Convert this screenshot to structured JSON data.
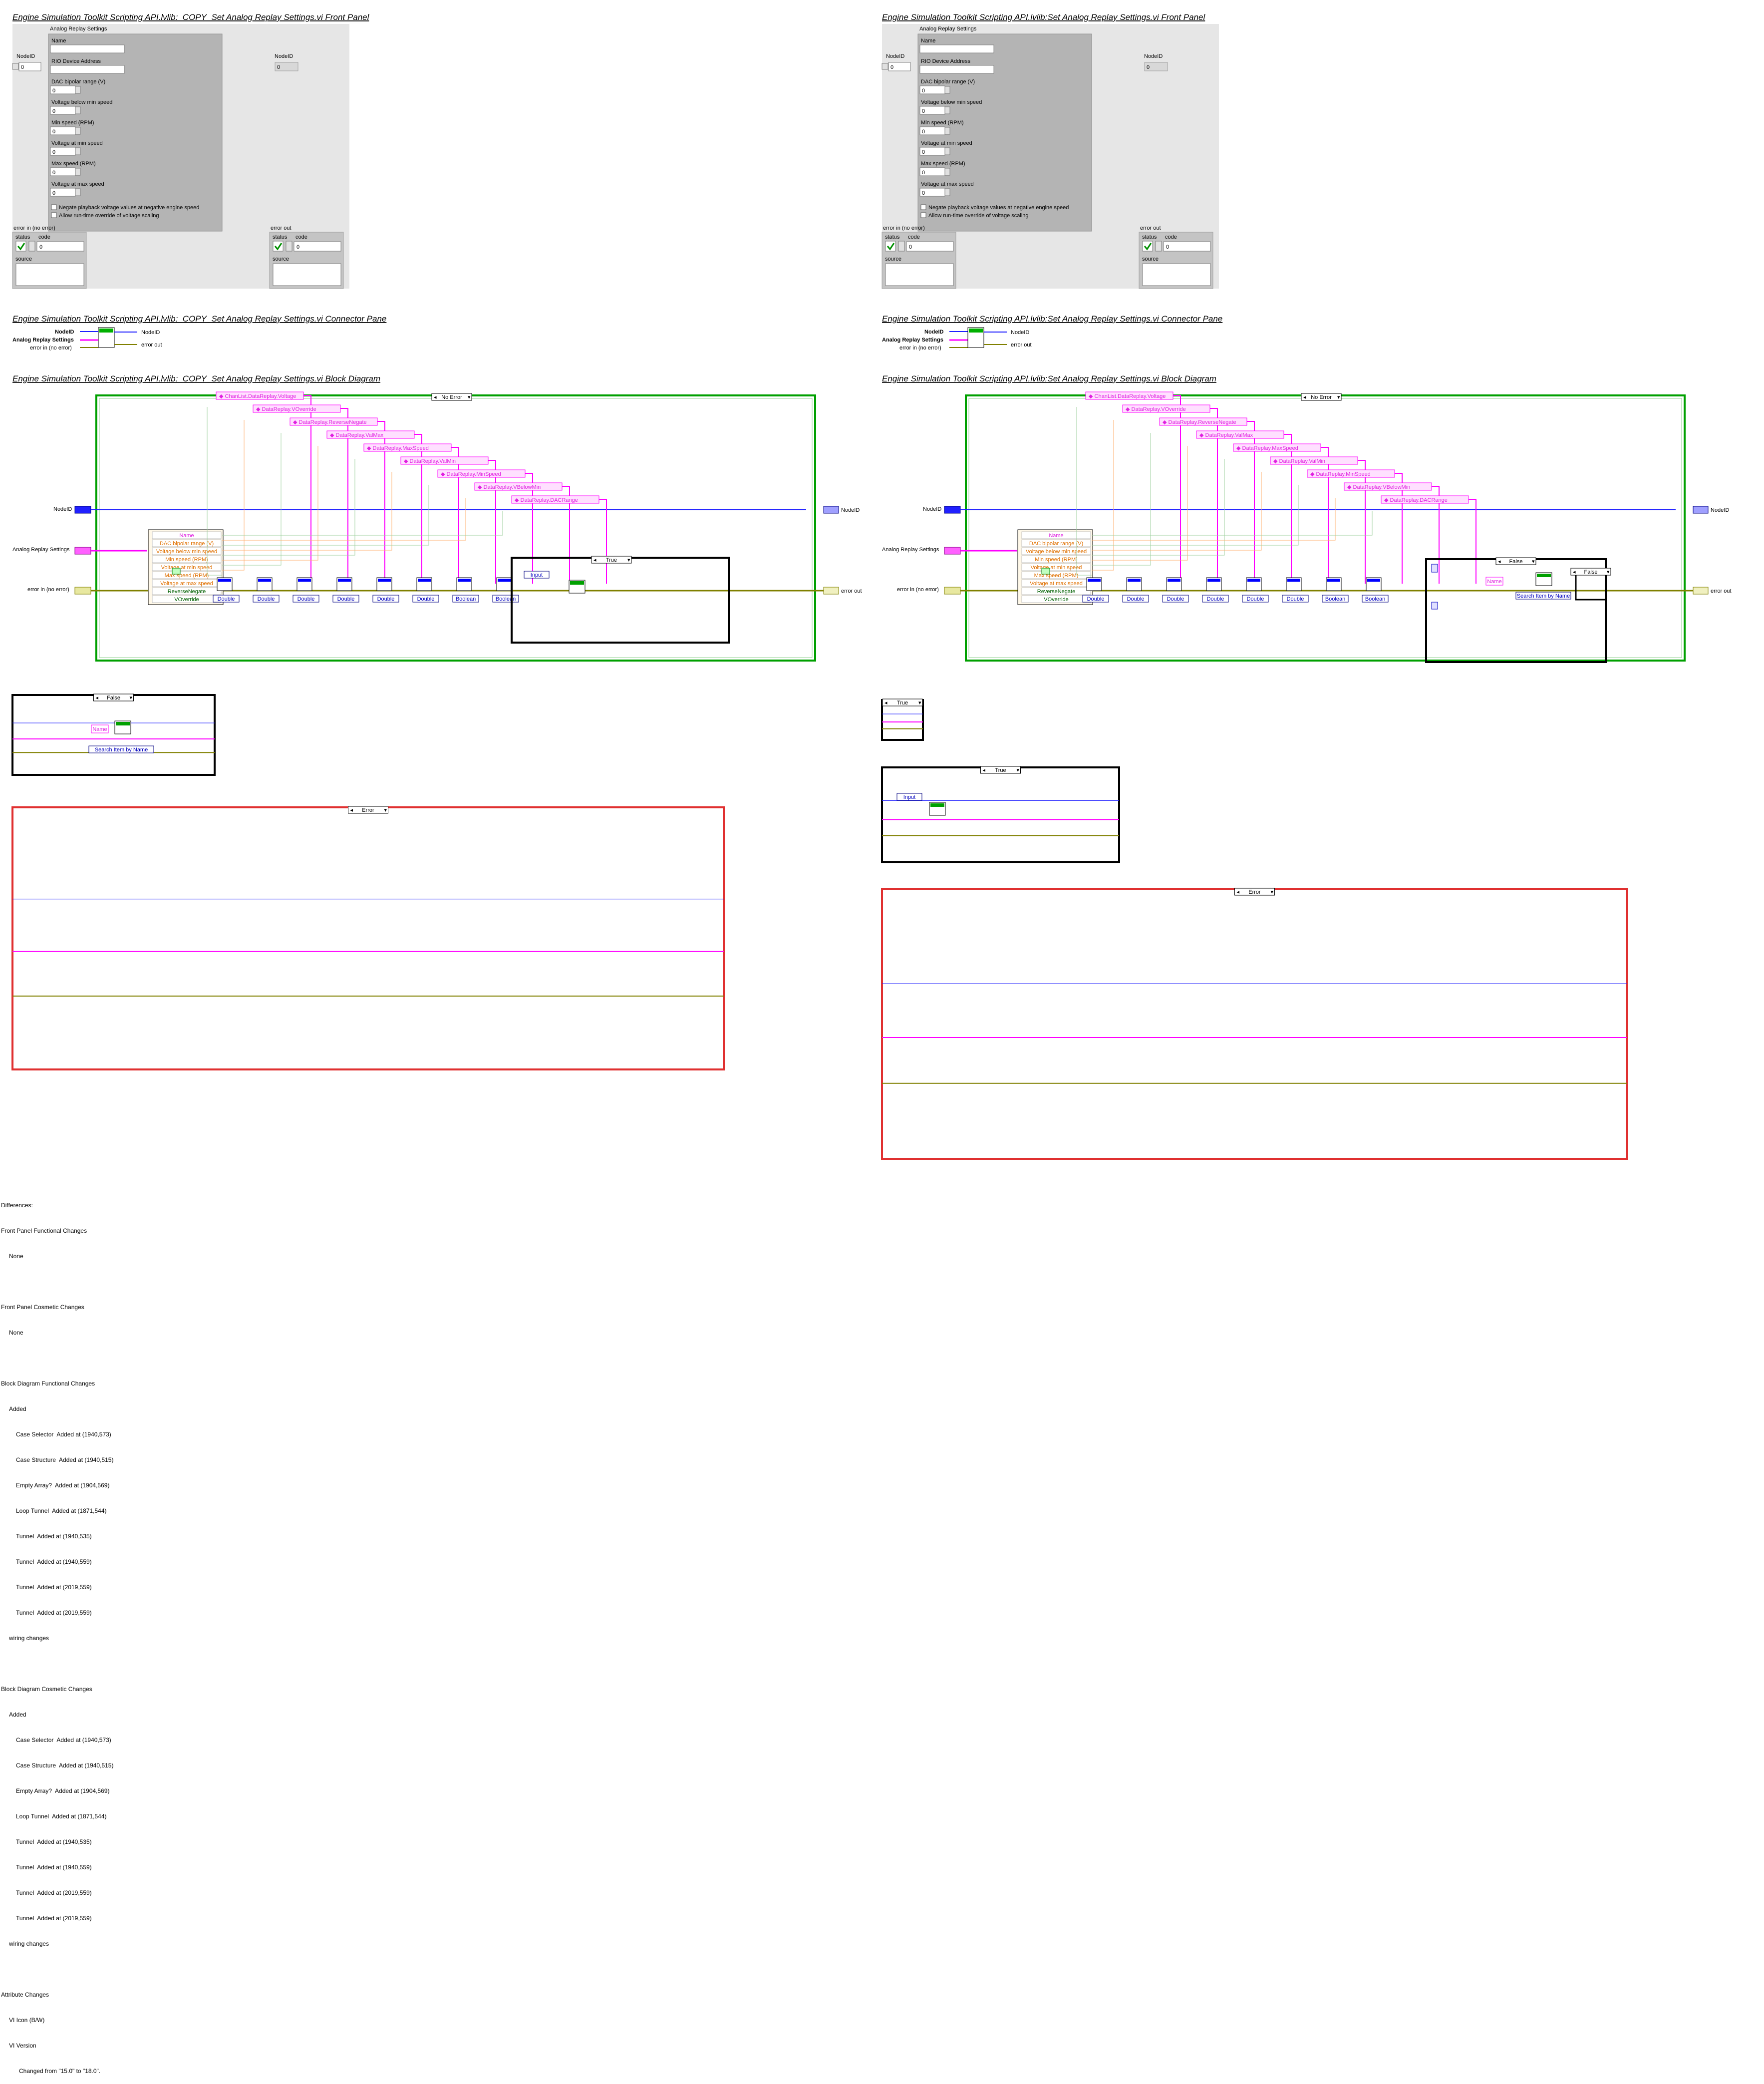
{
  "left": {
    "front_panel_title": "Engine Simulation Toolkit Scripting API.lvlib:_COPY_Set Analog Replay Settings.vi Front Panel",
    "connector_pane_title": "Engine Simulation Toolkit Scripting API.lvlib:_COPY_Set Analog Replay Settings.vi Connector Pane",
    "block_diagram_title": "Engine Simulation Toolkit Scripting API.lvlib:_COPY_Set Analog Replay Settings.vi Block Diagram"
  },
  "right": {
    "front_panel_title": "Engine Simulation Toolkit Scripting API.lvlib:Set Analog Replay Settings.vi Front Panel",
    "connector_pane_title": "Engine Simulation Toolkit Scripting API.lvlib:Set Analog Replay Settings.vi Connector Pane",
    "block_diagram_title": "Engine Simulation Toolkit Scripting API.lvlib:Set Analog Replay Settings.vi Block Diagram"
  },
  "front_panel": {
    "cluster_label": "Analog Replay Settings",
    "fields": [
      {
        "label": "Name",
        "value": ""
      },
      {
        "label": "RIO Device Address",
        "value": ""
      },
      {
        "label": "DAC bipolar range (V)",
        "value": "0"
      },
      {
        "label": "Voltage below min speed",
        "value": "0"
      },
      {
        "label": "Min speed (RPM)",
        "value": "0"
      },
      {
        "label": "Voltage at min speed",
        "value": "0"
      },
      {
        "label": "Max speed (RPM)",
        "value": "0"
      },
      {
        "label": "Voltage at max speed",
        "value": "0"
      }
    ],
    "checkboxes": [
      "Negate playback voltage values at negative engine speed",
      "Allow run-time override of voltage scaling"
    ],
    "nodeid_in_label": "NodeID",
    "nodeid_in_value": "0",
    "nodeid_out_label": "NodeID",
    "nodeid_out_value": "0",
    "error_in_label": "error in (no error)",
    "error_out_label": "error out",
    "status_label": "status",
    "code_label": "code",
    "code_value": "0",
    "source_label": "source"
  },
  "connector_pane": {
    "nodeid": "NodeID",
    "settings": "Analog Replay Settings",
    "error_in": "error in (no error)",
    "nodeid_out": "NodeID",
    "error_out": "error out"
  },
  "block_diagram": {
    "case_no_error": "No Error",
    "case_true": "True",
    "case_false": "False",
    "case_error": "Error",
    "nodeid_terminal": "NodeID",
    "settings_terminal": "Analog Replay Settings",
    "error_in_terminal": "error in (no error)",
    "nodeid_out_terminal": "NodeID",
    "error_out_terminal": "error out",
    "properties": [
      "ChanList.DataReplay.Voltage",
      "DataReplay.VOverride",
      "DataReplay.ReverseNegate",
      "DataReplay.ValMax",
      "DataReplay.MaxSpeed",
      "DataReplay.ValMin",
      "DataReplay.MinSpeed",
      "DataReplay.VBelowMin",
      "DataReplay.DACRange"
    ],
    "unbundle_items": [
      "Name",
      "DAC bipolar range (V)",
      "Voltage below min speed",
      "Min speed (RPM)",
      "Voltage at min speed",
      "Max speed (RPM)",
      "Voltage at max speed",
      "ReverseNegate",
      "VOverride"
    ],
    "types": [
      "Double",
      "Double",
      "Double",
      "Double",
      "Double",
      "Double",
      "Boolean",
      "Boolean"
    ],
    "input_label": "Input",
    "name_constant": "Name",
    "search_label": "Search Item by Name"
  },
  "differences": {
    "heading": "Differences:",
    "fp_functional": "Front Panel Functional Changes",
    "none1": "None",
    "fp_cosmetic": "Front Panel Cosmetic Changes",
    "none2": "None",
    "bd_functional": "Block Diagram Functional Changes",
    "added1": "Added",
    "bd_functional_items": [
      "Case Selector  Added at (1940,573)",
      "Case Structure  Added at (1940,515)",
      "Empty Array?  Added at (1904,569)",
      "Loop Tunnel  Added at (1871,544)",
      "Tunnel  Added at (1940,535)",
      "Tunnel  Added at (1940,559)",
      "Tunnel  Added at (2019,559)",
      "Tunnel  Added at (2019,559)"
    ],
    "wiring1": "wiring changes",
    "bd_cosmetic": "Block Diagram Cosmetic Changes",
    "added2": "Added",
    "bd_cosmetic_items": [
      "Case Selector  Added at (1940,573)",
      "Case Structure  Added at (1940,515)",
      "Empty Array?  Added at (1904,569)",
      "Loop Tunnel  Added at (1871,544)",
      "Tunnel  Added at (1940,535)",
      "Tunnel  Added at (1940,559)",
      "Tunnel  Added at (2019,559)",
      "Tunnel  Added at (2019,559)"
    ],
    "wiring2": "wiring changes",
    "attr": "Attribute Changes",
    "vi_icon": "VI Icon (B/W)",
    "vi_version": "VI Version",
    "changed": "Changed from \"15.0\" to \"18.0\"."
  }
}
